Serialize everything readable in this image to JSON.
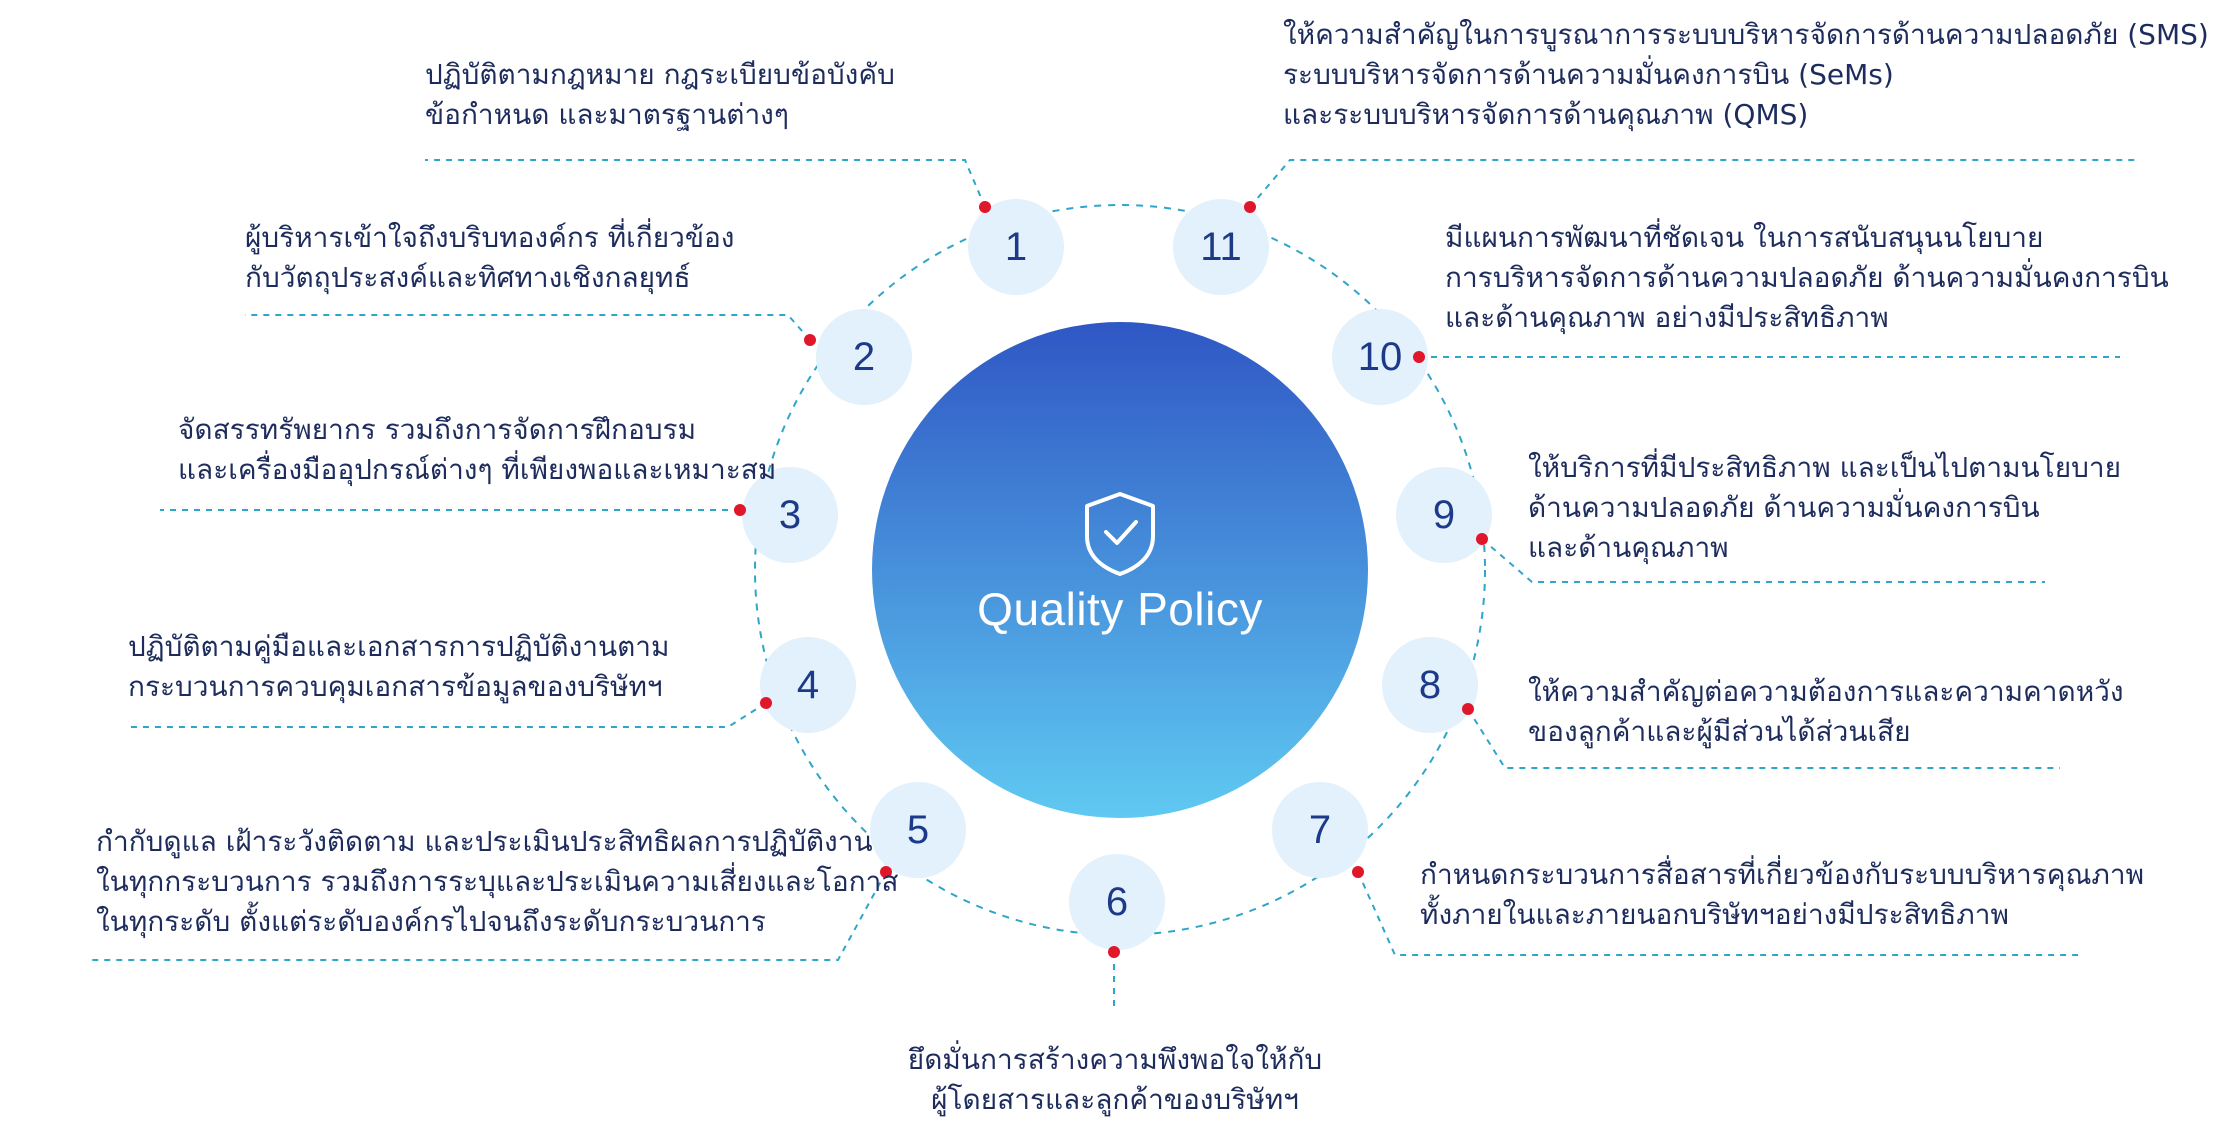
{
  "center": {
    "title": "Quality Policy",
    "icon": "shield-check-icon"
  },
  "colors": {
    "accent_dark": "#2f57c4",
    "accent_light": "#5fc9f2",
    "node_fill": "#e2f1fb",
    "node_text": "#1d3a8a",
    "dash": "#2fa6c9",
    "dot": "#e0172b",
    "text": "#1d2c5c"
  },
  "items": [
    {
      "number": "1",
      "lines": [
        "ปฏิบัติตามกฎหมาย กฎระเบียบข้อบังคับ",
        "ข้อกำหนด และมาตรฐานต่างๆ"
      ]
    },
    {
      "number": "2",
      "lines": [
        "ผู้บริหารเข้าใจถึงบริบทองค์กร ที่เกี่ยวข้อง",
        "กับวัตถุประสงค์และทิศทางเชิงกลยุทธ์"
      ]
    },
    {
      "number": "3",
      "lines": [
        "จัดสรรทรัพยากร รวมถึงการจัดการฝึกอบรม",
        "และเครื่องมืออุปกรณ์ต่างๆ ที่เพียงพอและเหมาะสม"
      ]
    },
    {
      "number": "4",
      "lines": [
        "ปฏิบัติตามคู่มือและเอกสารการปฏิบัติงานตาม",
        "กระบวนการควบคุมเอกสารข้อมูลของบริษัทฯ"
      ]
    },
    {
      "number": "5",
      "lines": [
        "กำกับดูแล เฝ้าระวังติดตาม และประเมินประสิทธิผลการปฏิบัติงาน",
        "ในทุกกระบวนการ รวมถึงการระบุและประเมินความเสี่ยงและโอกาส",
        "ในทุกระดับ ตั้งแต่ระดับองค์กรไปจนถึงระดับกระบวนการ"
      ]
    },
    {
      "number": "6",
      "lines": [
        "ยึดมั่นการสร้างความพึงพอใจให้กับ",
        "ผู้โดยสารและลูกค้าของบริษัทฯ"
      ]
    },
    {
      "number": "7",
      "lines": [
        "กำหนดกระบวนการสื่อสารที่เกี่ยวข้องกับระบบบริหารคุณภาพ",
        "ทั้งภายในและภายนอกบริษัทฯอย่างมีประสิทธิภาพ"
      ]
    },
    {
      "number": "8",
      "lines": [
        "ให้ความสำคัญต่อความต้องการและความคาดหวัง",
        "ของลูกค้าและผู้มีส่วนได้ส่วนเสีย"
      ]
    },
    {
      "number": "9",
      "lines": [
        "ให้บริการที่มีประสิทธิภาพ และเป็นไปตามนโยบาย",
        "ด้านความปลอดภัย ด้านความมั่นคงการบิน",
        "และด้านคุณภาพ"
      ]
    },
    {
      "number": "10",
      "lines": [
        "มีแผนการพัฒนาที่ชัดเจน ในการสนับสนุนนโยบาย",
        "การบริหารจัดการด้านความปลอดภัย ด้านความมั่นคงการบิน",
        "และด้านคุณภาพ อย่างมีประสิทธิภาพ"
      ]
    },
    {
      "number": "11",
      "lines": [
        "ให้ความสำคัญในการบูรณาการระบบบริหารจัดการด้านความปลอดภัย (SMS)",
        "ระบบบริหารจัดการด้านความมั่นคงการบิน (SeMs)",
        "และระบบบริหารจัดการด้านคุณภาพ (QMS)"
      ]
    }
  ]
}
